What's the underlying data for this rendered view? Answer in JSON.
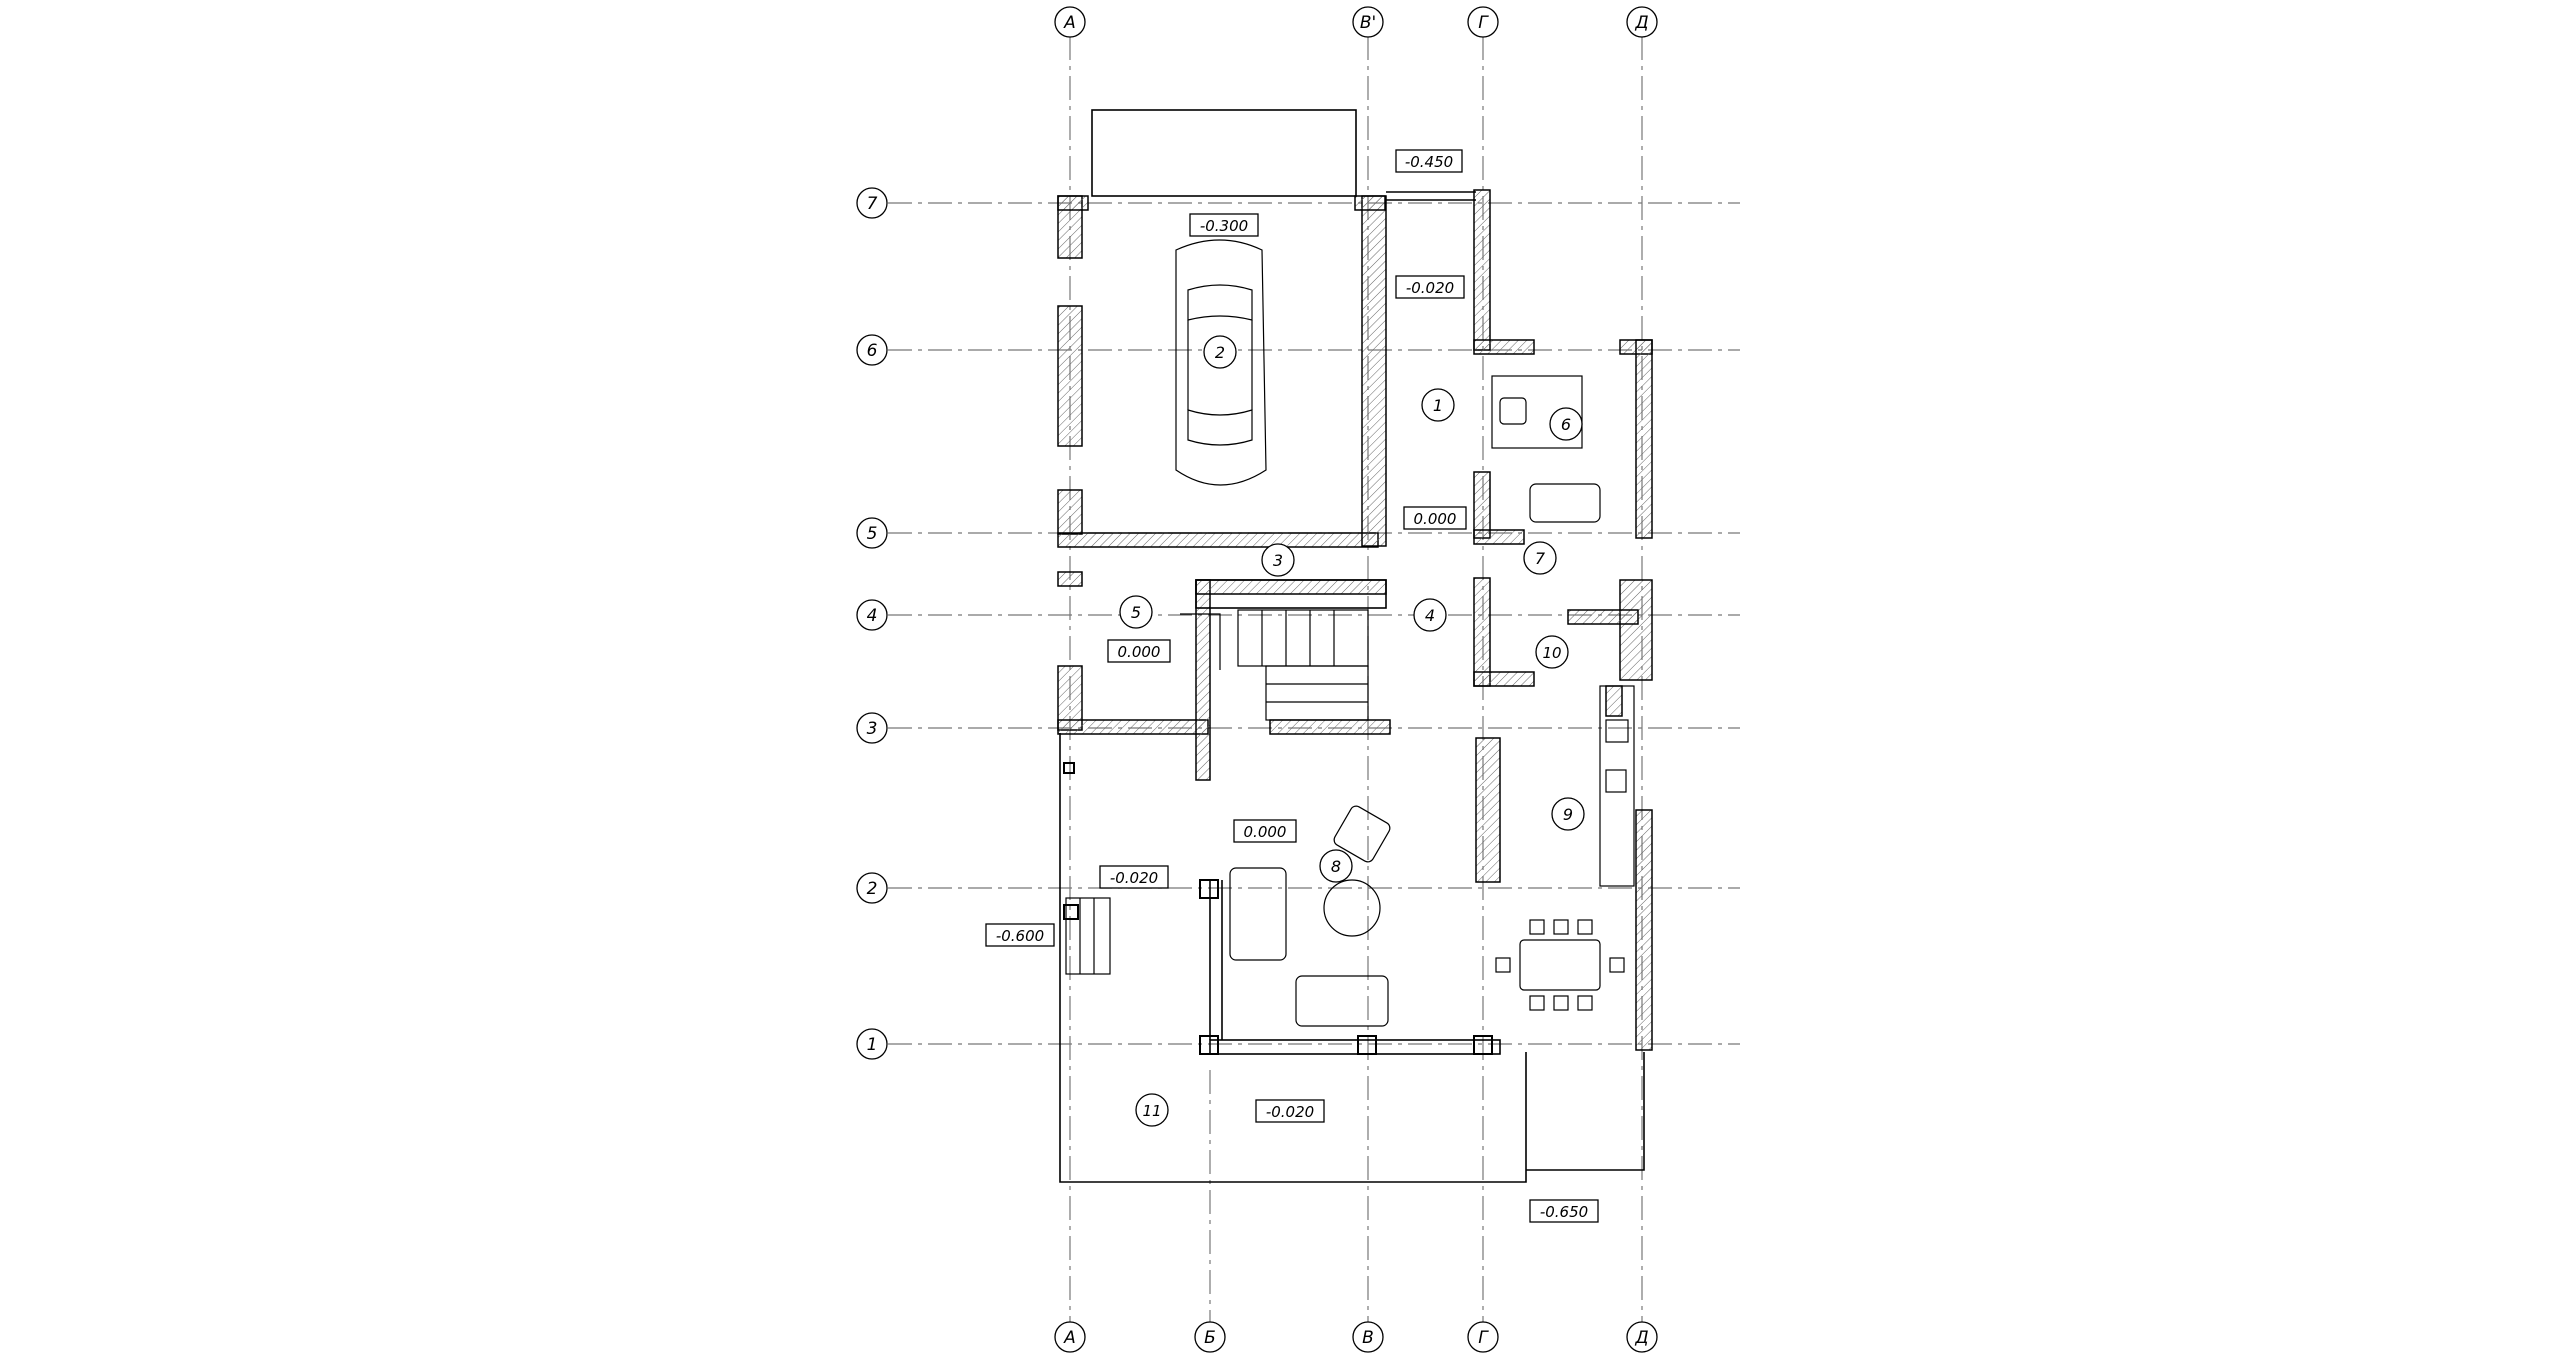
{
  "axes": {
    "top": [
      {
        "label": "А"
      },
      {
        "label": "В'"
      },
      {
        "label": "Г"
      },
      {
        "label": "Д"
      }
    ],
    "bottom": [
      {
        "label": "А"
      },
      {
        "label": "Б"
      },
      {
        "label": "В"
      },
      {
        "label": "Г"
      },
      {
        "label": "Д"
      }
    ],
    "left": [
      {
        "label": "7"
      },
      {
        "label": "6"
      },
      {
        "label": "5"
      },
      {
        "label": "4"
      },
      {
        "label": "3"
      },
      {
        "label": "2"
      },
      {
        "label": "1"
      }
    ]
  },
  "rooms": [
    {
      "label": "1"
    },
    {
      "label": "2"
    },
    {
      "label": "3"
    },
    {
      "label": "4"
    },
    {
      "label": "5"
    },
    {
      "label": "6"
    },
    {
      "label": "7"
    },
    {
      "label": "8"
    },
    {
      "label": "9"
    },
    {
      "label": "10"
    },
    {
      "label": "11"
    }
  ],
  "elevations": [
    {
      "label": "-0.450"
    },
    {
      "label": "-0.300"
    },
    {
      "label": "-0.020"
    },
    {
      "label": "0.000"
    },
    {
      "label": "0.000"
    },
    {
      "label": "0.000"
    },
    {
      "label": "-0.020"
    },
    {
      "label": "-0.600"
    },
    {
      "label": "-0.020"
    },
    {
      "label": "-0.650"
    }
  ],
  "colors": {
    "line": "#000000",
    "hatch": "#555555",
    "grid": "#777777",
    "background": "#ffffff"
  }
}
